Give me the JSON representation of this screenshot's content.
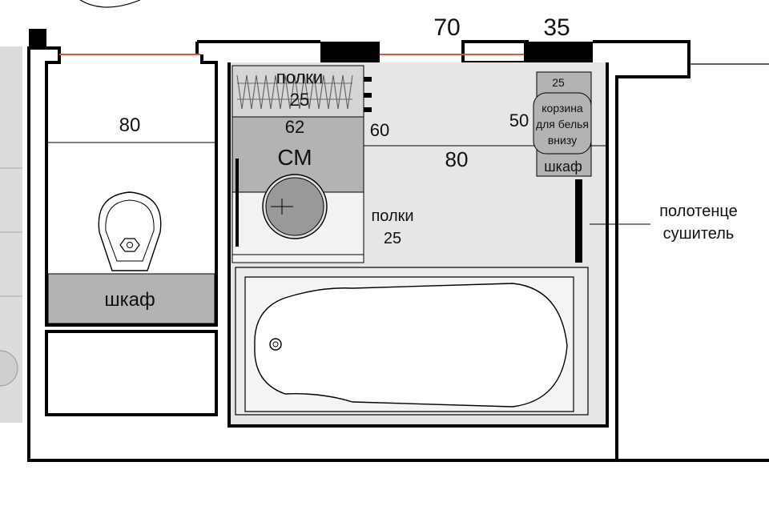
{
  "dimensions": {
    "top_70": "70",
    "top_35": "35",
    "toilet_80": "80",
    "washer_62": "62",
    "washer_60": "60",
    "bath_80": "80",
    "basket_50": "50",
    "basket_25": "25"
  },
  "labels": {
    "shelves_top": "полки",
    "shelves_top_depth": "25",
    "washer": "СМ",
    "shelves_mid": "полки",
    "shelves_mid_depth": "25",
    "basket_line1": "корзина",
    "basket_line2": "для белья",
    "basket_line3": "внизу",
    "cabinet_right": "шкаф",
    "cabinet_toilet": "шкаф",
    "towel_line1": "полотенце",
    "towel_line2": "сушитель"
  },
  "colors": {
    "wall": "#000000",
    "room_fill": "#e6e6e6",
    "cabinet_fill": "#b3b3b3",
    "washer_fill": "#c4c4c4",
    "door_line": "#e0523a"
  }
}
